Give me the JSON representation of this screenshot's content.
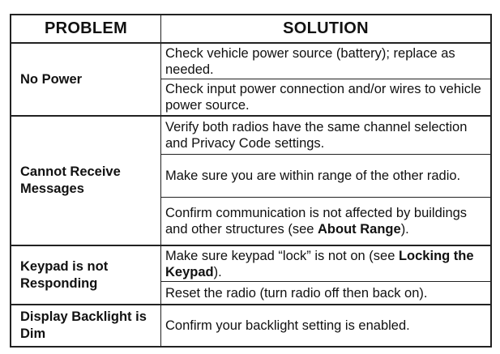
{
  "headers": {
    "problem": "PROBLEM",
    "solution": "SOLUTION"
  },
  "rows": [
    {
      "problem": "No Power",
      "solutions": [
        {
          "text": "Check vehicle power source (battery); replace as needed."
        },
        {
          "text": "Check input power connection and/or wires to vehicle power source."
        }
      ]
    },
    {
      "problem": "Cannot Receive Messages",
      "solutions": [
        {
          "text": "Verify both radios have the same channel selection and Privacy Code settings."
        },
        {
          "text": "Make sure you are within range of the other radio."
        },
        {
          "text_before": "Confirm communication is not affected by buildings and other structures (see ",
          "bold": "About Range",
          "text_after": ")."
        }
      ]
    },
    {
      "problem": "Keypad is not Responding",
      "solutions": [
        {
          "text_before": "Make sure keypad “lock” is not on (see ",
          "bold": "Locking the Keypad",
          "text_after": ")."
        },
        {
          "text": "Reset the radio (turn radio off then back on)."
        }
      ]
    },
    {
      "problem": "Display Backlight is Dim",
      "solutions": [
        {
          "text": "Confirm your backlight setting is enabled."
        }
      ]
    }
  ]
}
